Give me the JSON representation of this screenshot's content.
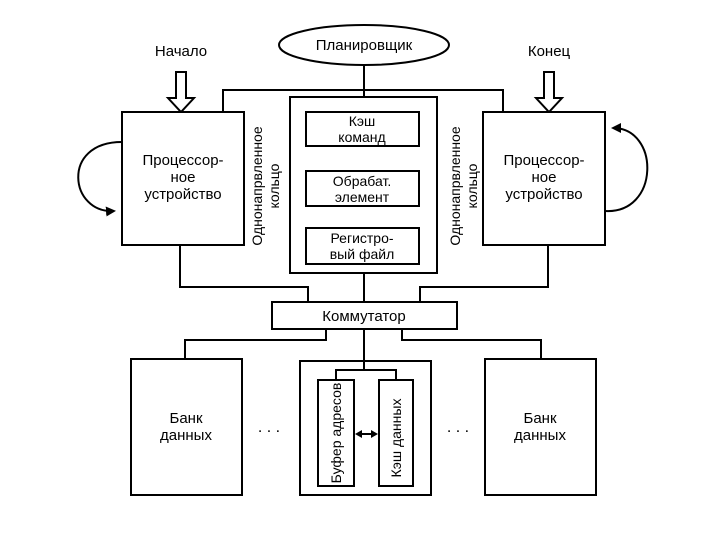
{
  "labels": {
    "start": "Начало",
    "end": "Конец",
    "scheduler": "Планировщик",
    "cpu_left": [
      "Процессор-",
      "ное",
      "устройство"
    ],
    "cpu_right": [
      "Процессор-",
      "ное",
      "устройство"
    ],
    "ring_left": [
      "Однонапрвленное",
      "кольцо"
    ],
    "ring_right": [
      "Однонапрвленное",
      "кольцо"
    ],
    "cmd_cache": [
      "Кэш",
      "команд"
    ],
    "proc_element": [
      "Обрабат.",
      "элемент"
    ],
    "reg_file": [
      "Регистро-",
      "вый файл"
    ],
    "switch": "Коммутатор",
    "bank_left": [
      "Банк",
      "данных"
    ],
    "bank_right": [
      "Банк",
      "данных"
    ],
    "addr_buffer": "Буфер адресов",
    "data_cache": "Кэш данных",
    "ellipsis_left": ". . .",
    "ellipsis_right": ". . ."
  }
}
